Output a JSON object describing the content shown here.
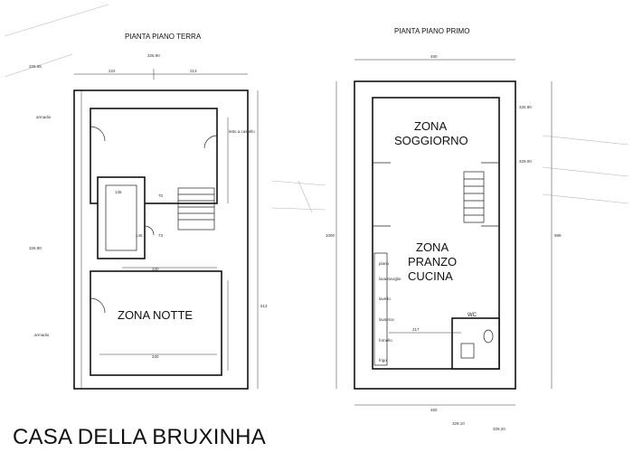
{
  "titles": {
    "ground_floor": "PIANTA PIANO TERRA",
    "first_floor": "PIANTA PIANO PRIMO",
    "house_name": "CASA DELLA BRUXINHA"
  },
  "zones": {
    "notte": "ZONA NOTTE",
    "soggiorno_1": "ZONA",
    "soggiorno_2": "SOGGIORNO",
    "pranzo_1": "ZONA",
    "pranzo_2": "PRANZO",
    "pranzo_3": "CUCINA"
  },
  "labels": {
    "armadio_top": "armadio",
    "armadio_bottom": "armadio",
    "letto_a_castello": "letto a castello",
    "wc": "WC",
    "piano": "piano",
    "lavastoviglie": "lavastoviglie",
    "lavello": "lavello",
    "lavatrice": "lavatrice",
    "fornello": "fornello",
    "frigo": "frigo"
  },
  "elevations": {
    "gf_top": "326.90",
    "gf_left_top": "326.65",
    "gf_left_mid": "326.90",
    "ff_right_top": "326.90",
    "ff_right_mid": "329.00",
    "ff_bottom_left": "329.10",
    "ff_bottom_right": "329.20"
  },
  "dimensions": {
    "gf_top_left": "222",
    "gf_top_right": "213",
    "gf_136": "136",
    "gf_70": "70",
    "gf_73": "73",
    "gf_330_mid": "330",
    "gf_330_bottom": "330",
    "gf_145": "145",
    "gf_right_vert": "513",
    "ff_top": "450",
    "ff_bottom": "450",
    "ff_217": "217",
    "ff_left_vert": "1000",
    "ff_right_vert": "989"
  }
}
